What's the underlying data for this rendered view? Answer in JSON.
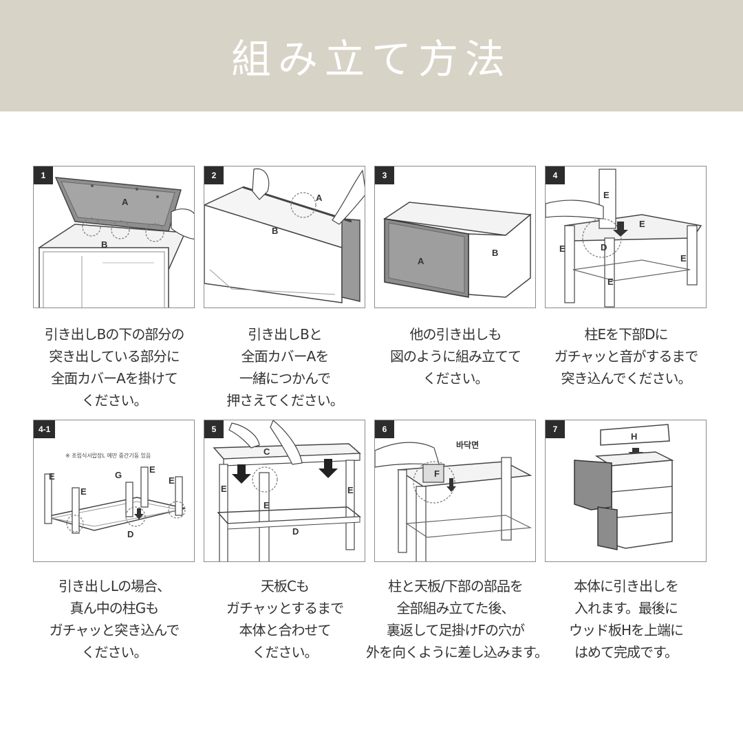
{
  "header": {
    "title": "組み立て方法"
  },
  "steps": [
    {
      "badge": "1",
      "labels": [
        "A",
        "B"
      ],
      "caption": [
        "引き出しBの下の部分の",
        "突き出している部分に",
        "全面カバーAを掛けて",
        "ください。"
      ]
    },
    {
      "badge": "2",
      "labels": [
        "A",
        "B"
      ],
      "caption": [
        "引き出しBと",
        "全面カバーAを",
        "一緒につかんで",
        "押さえてください。"
      ]
    },
    {
      "badge": "3",
      "labels": [
        "A",
        "B"
      ],
      "caption": [
        "他の引き出しも",
        "図のように組み立てて",
        "ください。"
      ]
    },
    {
      "badge": "4",
      "labels": [
        "E",
        "E",
        "E",
        "D",
        "E",
        "E"
      ],
      "caption": [
        "柱Eを下部Dに",
        "ガチャッと音がするまで",
        "突き込んでください。"
      ]
    },
    {
      "badge": "4-1",
      "note": "※ 조립식서랍장L 에만 중간기둥 있음",
      "labels": [
        "E",
        "G",
        "E",
        "E",
        "E",
        "D"
      ],
      "caption": [
        "引き出しLの場合、",
        "真ん中の柱Gも",
        "ガチャッと突き込んで",
        "ください。"
      ]
    },
    {
      "badge": "5",
      "labels": [
        "C",
        "E",
        "E",
        "E",
        "D"
      ],
      "caption": [
        "天板Cも",
        "ガチャッとするまで",
        "本体と合わせて",
        "ください。"
      ]
    },
    {
      "badge": "6",
      "note": "바닥면",
      "labels": [
        "F"
      ],
      "caption": [
        "柱と天板/下部の部品を",
        "全部組み立てた後、",
        "裏返して足掛けFの穴が",
        "外を向くように差し込みます。"
      ]
    },
    {
      "badge": "7",
      "labels": [
        "H"
      ],
      "caption": [
        "本体に引き出しを",
        "入れます。最後に",
        "ウッド板Hを上端に",
        "はめて完成です。"
      ]
    }
  ]
}
